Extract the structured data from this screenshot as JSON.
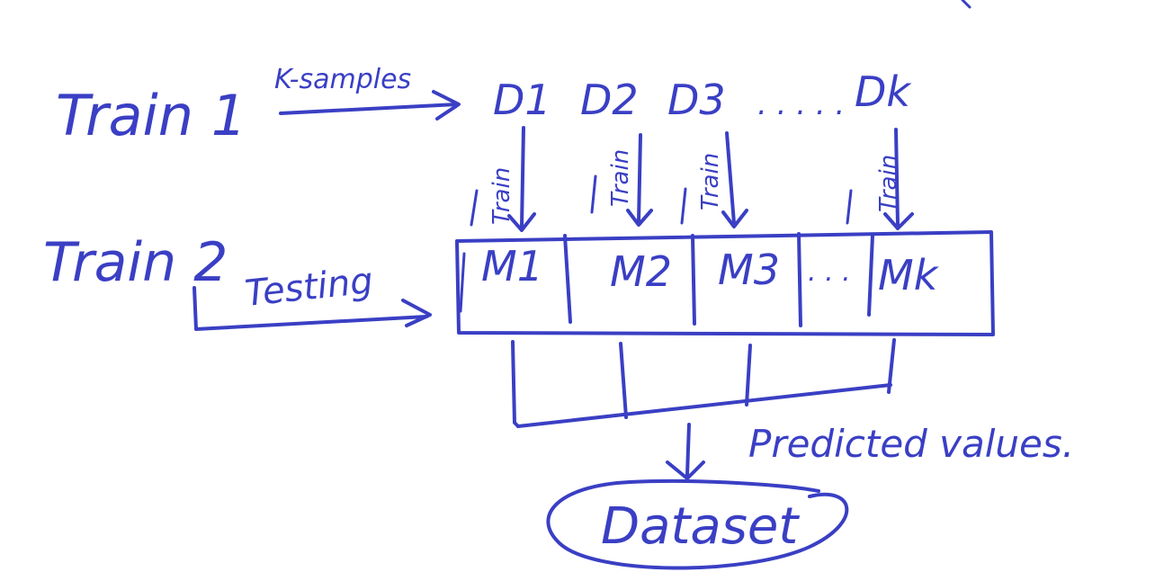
{
  "diagram": {
    "ink_color": "#3a3fc4",
    "background": "#ffffff",
    "labels": {
      "train1": "Train 1",
      "train2": "Train 2",
      "k_samples": "K-samples",
      "testing": "Testing",
      "train_edge": "Train",
      "predicted_values": "Predicted values.",
      "dataset": "Dataset"
    },
    "samples": [
      "D1",
      "D2",
      "D3",
      "Dk"
    ],
    "samples_ellipsis": ". . . . .",
    "models": [
      "M1",
      "M2",
      "M3",
      "Mk"
    ],
    "models_ellipsis": ". . ."
  }
}
